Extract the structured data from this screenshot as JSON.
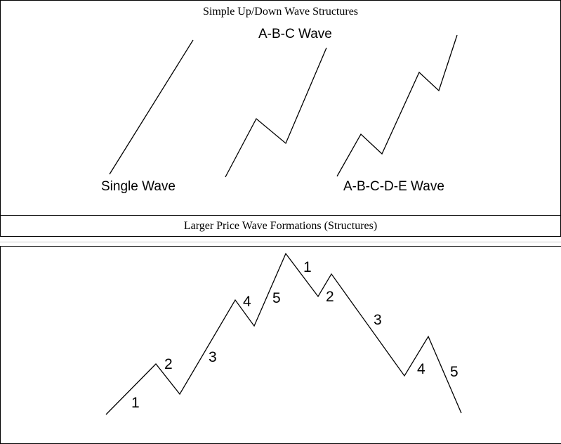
{
  "top_panel": {
    "title": "Simple Up/Down Wave Structures",
    "labels": {
      "single": "Single Wave",
      "abc": "A-B-C Wave",
      "abcde": "A-B-C-D-E Wave"
    }
  },
  "bottom_panel": {
    "title": "Larger Price Wave Formations (Structures)",
    "up_labels": [
      "1",
      "2",
      "3",
      "4",
      "5"
    ],
    "down_labels": [
      "1",
      "2",
      "3",
      "4",
      "5"
    ]
  }
}
